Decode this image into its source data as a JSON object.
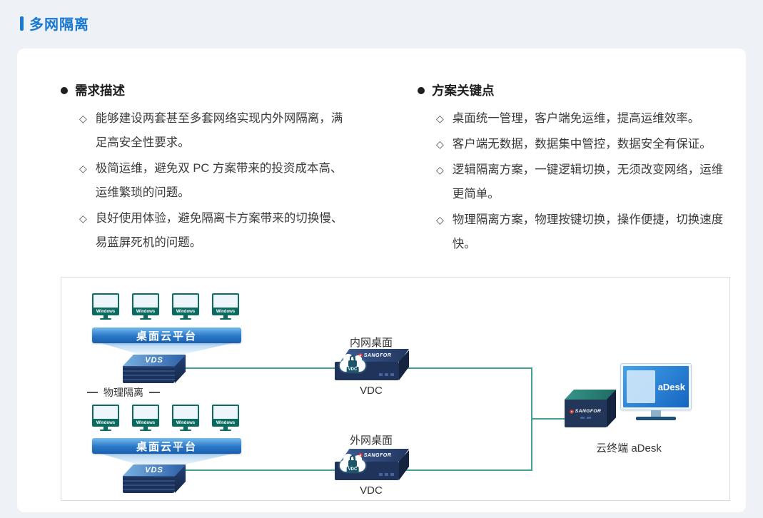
{
  "page": {
    "title": "多网隔离"
  },
  "requirements": {
    "heading": "需求描述",
    "items": [
      "能够建设两套甚至多套网络实现内外网隔离，满足高安全性要求。",
      "极简运维，避免双 PC 方案带来的投资成本高、运维繁琐的问题。",
      "良好使用体验，避免隔离卡方案带来的切换慢、易蓝屏死机的问题。"
    ]
  },
  "solution": {
    "heading": "方案关键点",
    "items": [
      "桌面统一管理，客户端免运维，提高运维效率。",
      "客户端无数据，数据集中管控，数据安全有保证。",
      "逻辑隔离方案，一键逻辑切换，无须改变网络，运维更简单。",
      "物理隔离方案，物理按键切换，操作便捷，切换速度快。"
    ]
  },
  "diagram": {
    "platform_label": "桌面云平台",
    "vds_label": "VDS",
    "windows_label": "Windows",
    "physical_isolation_label": "物理隔离",
    "intranet_desktop_label": "内网桌面",
    "extranet_desktop_label": "外网桌面",
    "vdc_label": "VDC",
    "vdc_cloud_label": "VDC",
    "brand_label": "SANGFOR",
    "terminal_label": "云终端 aDesk",
    "adesk_screen_label": "aDesk"
  },
  "colors": {
    "accent_blue": "#1878d2",
    "line_teal": "#3fa294",
    "device_navy": "#20335a",
    "monitor_teal": "#0c6b60",
    "platform_bar_blue": "#2a77c8",
    "adesk_screen_blue": "#1565c0"
  }
}
